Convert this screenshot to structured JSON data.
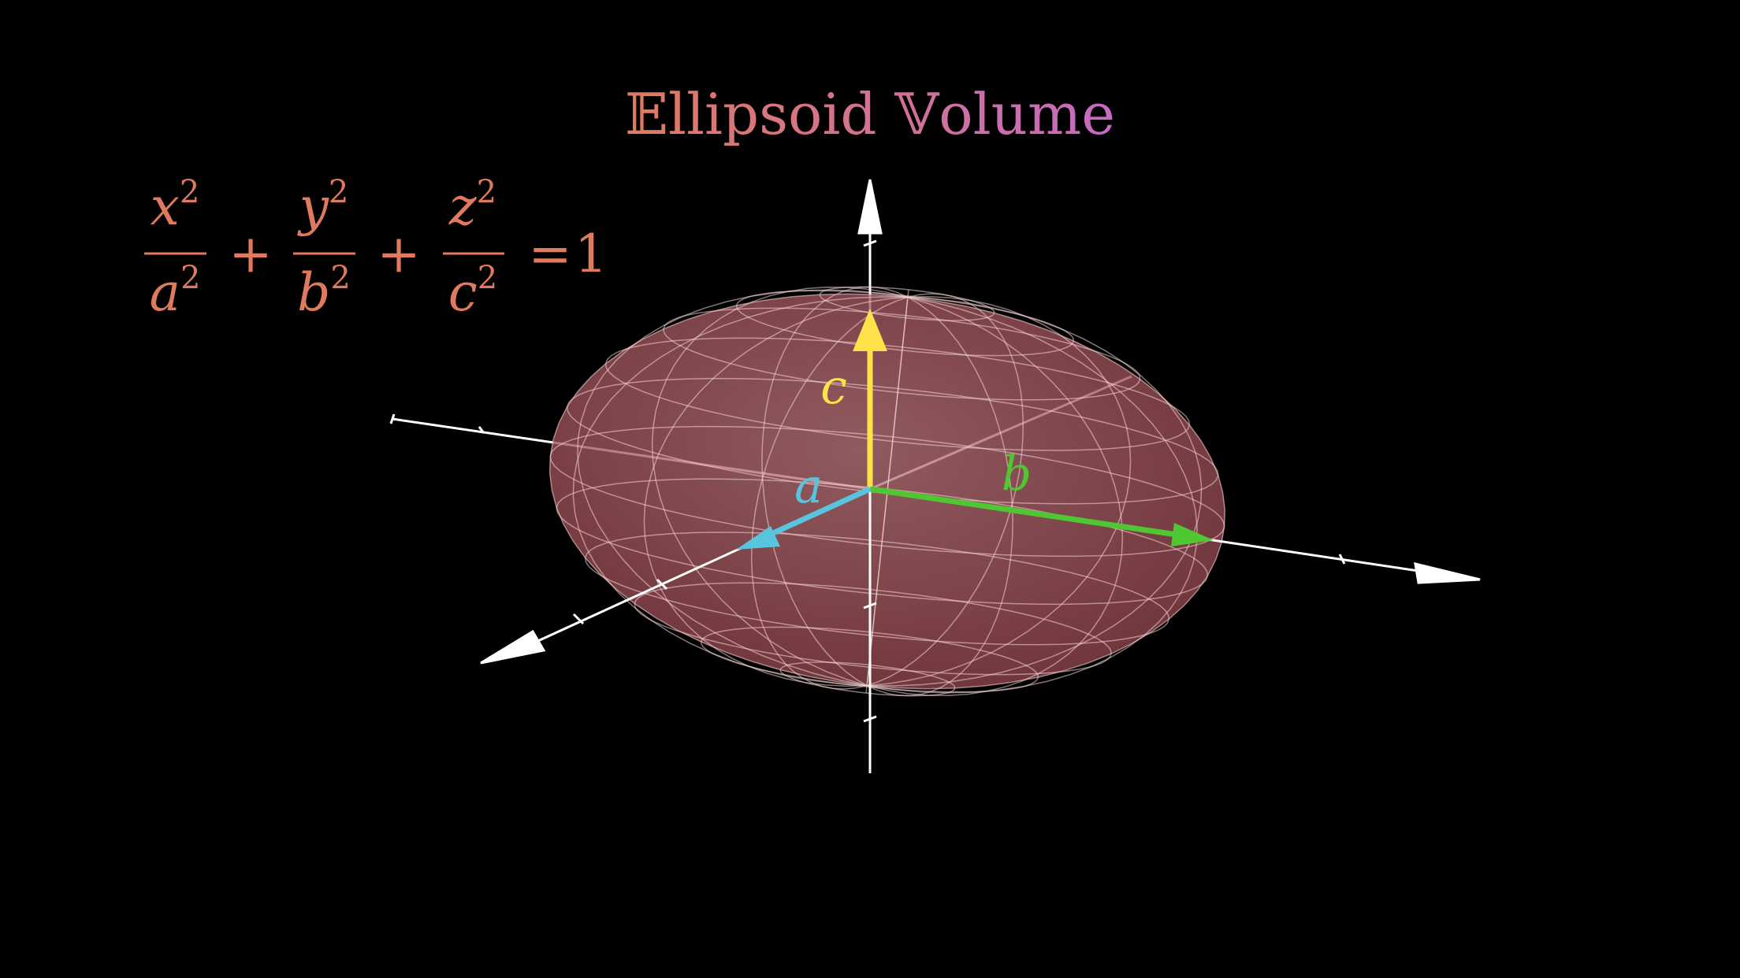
{
  "title": {
    "prefix_glyph": "𝔼",
    "prefix_rest": "llipsoid ",
    "suffix_glyph": "𝕍",
    "suffix_rest": "olume",
    "gradient_start": "#E07A5F",
    "gradient_end": "#C66AC4"
  },
  "equation": {
    "color": "#E07A5F",
    "terms": [
      {
        "num_var": "x",
        "den_var": "a",
        "exp": "2"
      },
      {
        "num_var": "y",
        "den_var": "b",
        "exp": "2"
      },
      {
        "num_var": "z",
        "den_var": "c",
        "exp": "2"
      }
    ],
    "plus": "+",
    "equals": "=",
    "rhs": "1"
  },
  "vectors": {
    "a": {
      "label": "a",
      "color": "#58C4DD"
    },
    "b": {
      "label": "b",
      "color": "#4EC733"
    },
    "c": {
      "label": "c",
      "color": "#FFE14A"
    }
  },
  "colors": {
    "background": "#000000",
    "ellipsoid_fill": "#B5666B",
    "mesh": "#F5D6D6",
    "axes": "#FFFFFF"
  }
}
